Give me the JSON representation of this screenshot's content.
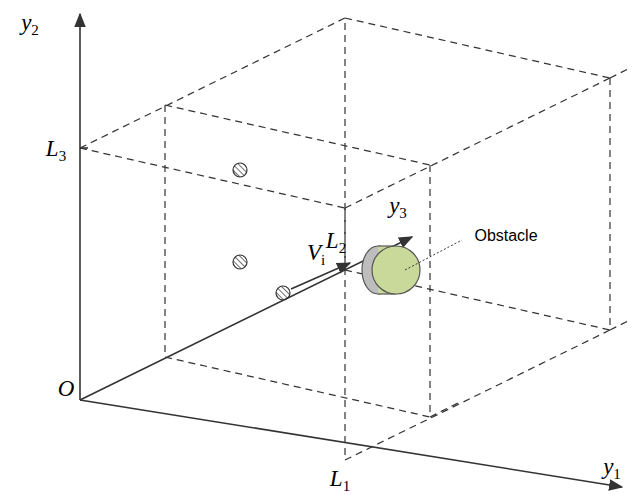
{
  "diagram": {
    "labels": [
      "y2",
      "L3",
      "L2",
      "y3",
      "Vi",
      "Obstacle",
      "O",
      "L1",
      "y1"
    ]
  }
}
